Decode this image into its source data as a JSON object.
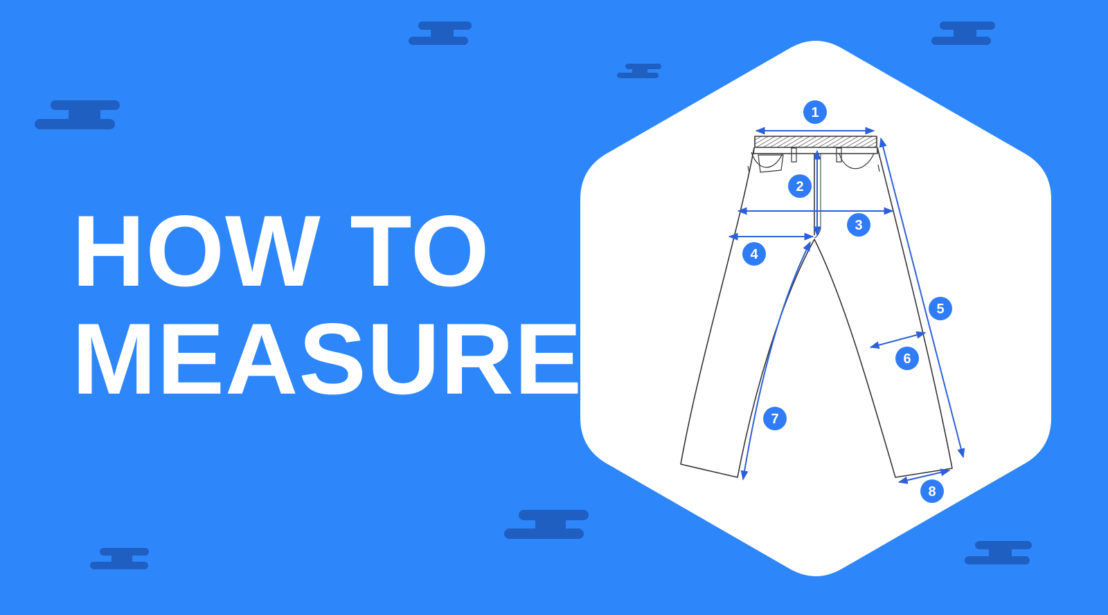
{
  "title": {
    "line1": "HOW TO",
    "line2": "MEASURE"
  },
  "colors": {
    "background": "#2e86fb",
    "cloud": "#1f5fc2",
    "hexagon": "#ffffff",
    "measure_line": "#2d5fd8",
    "badge": "#2f7cf6",
    "outline": "#333333"
  },
  "badges": [
    "1",
    "2",
    "3",
    "4",
    "5",
    "6",
    "7",
    "8"
  ]
}
